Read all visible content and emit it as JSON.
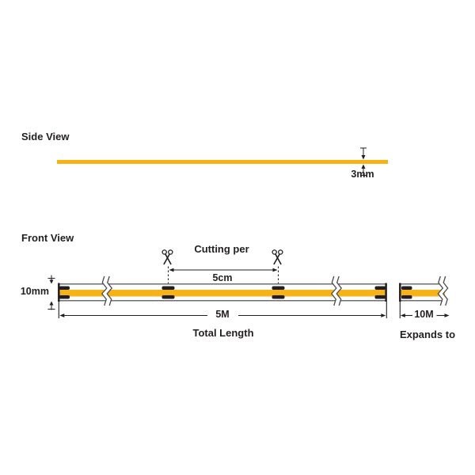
{
  "colors": {
    "strip_yellow": "#F7B217",
    "edge_gray": "#6D6E71",
    "ink": "#231F20"
  },
  "side_view": {
    "label": "Side View",
    "thickness_label": "3mm"
  },
  "front_view": {
    "label": "Front View",
    "cutting_label": "Cutting per",
    "cut_interval_label": "5cm",
    "strip_width_label": "10mm",
    "total_length_value": "5M",
    "total_length_label": "Total Length",
    "expanded_length_value": "10M",
    "expanded_length_label": "Expands to"
  }
}
